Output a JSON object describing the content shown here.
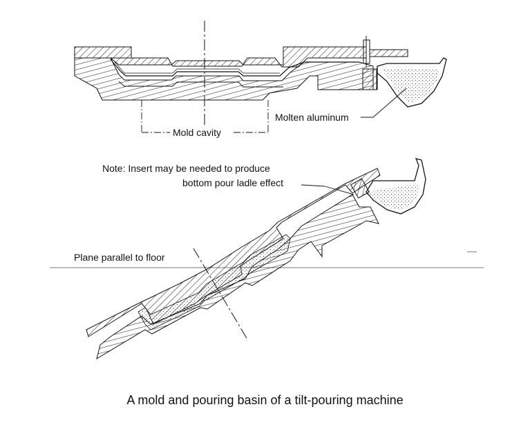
{
  "figure": {
    "caption": "A mold and pouring basin of a tilt-pouring machine",
    "labels": {
      "mold_cavity": "Mold cavity",
      "molten_aluminum": "Molten aluminum",
      "note_line1": "Note: Insert may be needed to produce",
      "note_line2": "bottom pour ladle effect",
      "plane": "Plane parallel to floor"
    }
  },
  "colors": {
    "ink": "#111111",
    "floor_line": "#777777"
  }
}
